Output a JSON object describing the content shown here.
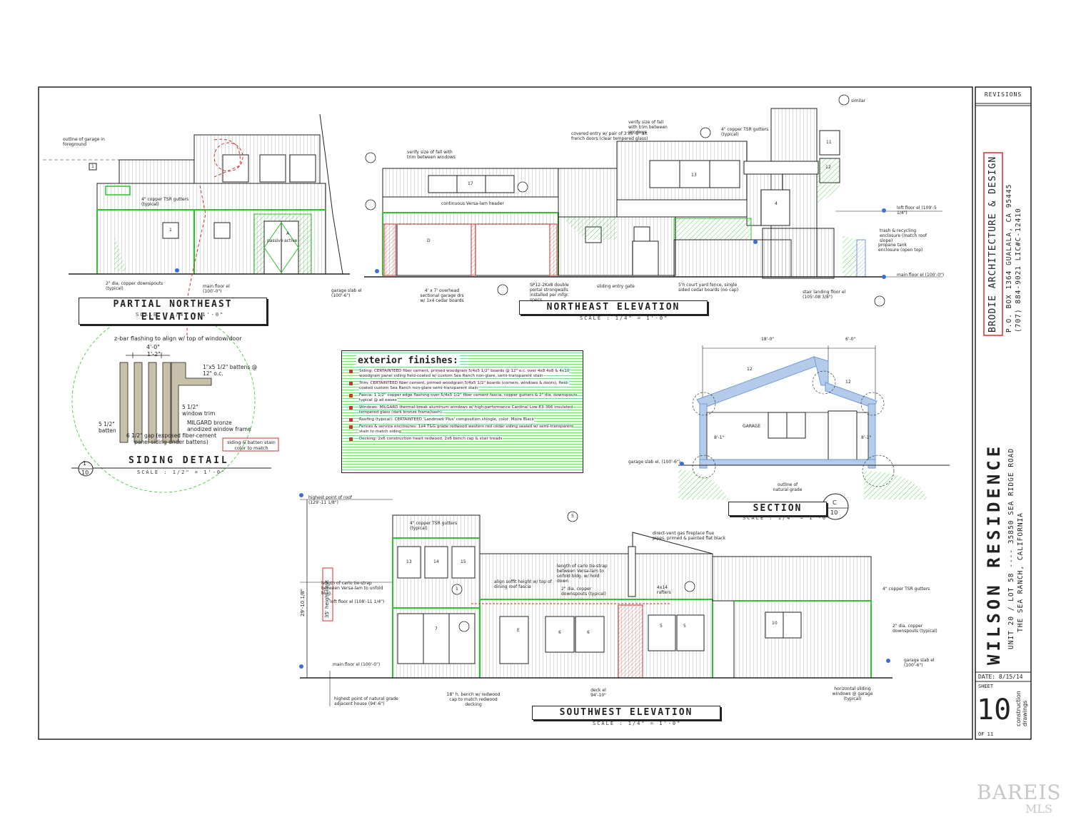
{
  "sheet": {
    "revisions_label": "REVISIONS",
    "firm_name": "BRODIE ARCHITECTURE & DESIGN",
    "firm_address_line1": "P.O. BOX 1364  GUALALA, CA 95445",
    "firm_address_line2": "(707) 884-9021  LIC#C-12410",
    "project_title": "WILSON RESIDENCE",
    "project_address_line1": "UNIT 20 / LOT 58 ---- 35850 SEA RIDGE ROAD",
    "project_address_line2": "THE SEA RANCH, CALIFORNIA",
    "date": "DATE: 8/15/14",
    "sheet_label": "SHEET",
    "sheet_number": "10",
    "sheet_of": "OF 11",
    "sheet_desc": "construction drawings"
  },
  "watermark": {
    "line1": "BAREIS",
    "line2": "MLS"
  },
  "views": {
    "partial_ne": {
      "title": "PARTIAL NORTHEAST ELEVATION",
      "scale": "SCALE : 1/4\" = 1'-0\""
    },
    "northeast": {
      "title": "NORTHEAST ELEVATION",
      "scale": "SCALE : 1/4\" = 1'-0\""
    },
    "siding": {
      "title": "SIDING DETAIL",
      "scale": "SCALE : 1/2\" = 1'-0\"",
      "ref_num": "1",
      "ref_sheet": "10"
    },
    "section": {
      "title": "SECTION",
      "scale": "SCALE : 1/4\" = 1'-0\"",
      "ref_num": "C",
      "ref_sheet": "10"
    },
    "southwest": {
      "title": "SOUTHWEST ELEVATION",
      "scale": "SCALE : 1/4\" = 1'-0\""
    }
  },
  "legend": {
    "title": "exterior finishes:",
    "items": [
      "Siding: CERTAINTEED fiber cement, primed woodgrain 5/4x5 1/2\" boards @ 12\" o.c. over 4x8 4x8 & 4x10 woodgrain panel siding field-coated w/ custom Sea Ranch non-glare, semi-transparent stain",
      "Trim: CERTAINTEED fiber cement, primed woodgrain 5/4x5 1/2\" boards (corners, windows & doors), field-coated custom Sea Ranch non-glare semi-transparent stain",
      "Fascia: 1 1/2\" copper edge flashing over 5/4x5 1/2\" fiber cement fascia, copper gutters & 2\" dia. downspouts typical @ all eaves",
      "Windows: MILGARD thermal-break aluminum windows w/ high-performance Cardinal Low-E3-366 insulated tempered glass (dark bronze frame/sash)",
      "Roofing (typical): CERTAINTEED 'Landmark Plus' composition shingle, color: Moire Black",
      "Fences & service enclosures: 1x4 T&G grade redwood western red cedar siding sealed w/ semi-transparent stain to match siding",
      "Decking: 2x6 construction heart redwood, 2x6 bench cap & stair treads"
    ]
  },
  "notes": {
    "pne_outline": "outline of garage in foreground",
    "pne_gutters": "4\" copper TSR gutters (typical)",
    "pne_downspouts": "2\" dia. copper downspouts (typical)",
    "pne_mainfloor": "main floor el (100'-0\")",
    "pne_passive": "passive",
    "pne_active": "active",
    "pne_win": "1",
    "pne_door": "A",
    "pne_tag": "1",
    "ne_verify1": "verify size of fall with trim between windows",
    "ne_header": "continuous Versa-lam header",
    "ne_garage_door": "4' x 7' overhead sectional garage drs w/ 1x4 cedar boards",
    "ne_strongwalls": "SP12-2Kx8 double portal strongwalls installed per mfgr. specs.",
    "ne_gate": "sliding entry gate",
    "ne_fence": "5'h court yard fence, single sided cedar boards (no cap)",
    "ne_entry": "covered entry w/ pair of 3'x6'-8\" alt french doors (clear tempered glass)",
    "ne_verify2": "verify size of fall with trim between windows",
    "ne_gutters": "4\" copper TSR gutters (typical)",
    "ne_similar": "similar",
    "ne_loft": "loft floor el (109'-5 1/4\")",
    "ne_trash": "trash & recycling enclosure (match roof slope)",
    "ne_propane": "propane tank enclosure (open top)",
    "ne_main": "main floor el (100'-0\")",
    "ne_stair": "stair landing floor el (105'-08 3/8\")",
    "ne_garage_slab": "garage slab el (100'-6\")",
    "ne_win11": "11",
    "ne_win12": "12",
    "ne_win13": "13",
    "ne_win17": "17",
    "ne_winD": "D",
    "ne_win4": "4",
    "sd_zbar": "z-bar flashing to align w/ top of window/door",
    "sd_width": "4'-0\"",
    "sd_oc": "1'-2\"",
    "sd_battens": "1\"x5 1/2\" battens @ 12\" o.c.",
    "sd_trim": "5 1/2\" window trim",
    "sd_frame": "MILGARD bronze anodized window frame",
    "sd_batten": "5 1/2\" batten",
    "sd_gap": "6 1/2\" gap (exposed fiber-cement panel siding under battens)",
    "sd_stain": "siding & batten stain color to match",
    "sec_dim1": "18'-0\"",
    "sec_dim2": "6'-0\"",
    "sec_pitch1": "12",
    "sec_pitch2": "12",
    "sec_garage": "GARAGE",
    "sec_slab": "garage slab el. (100'-6\")",
    "sec_grade": "outline of natural grade",
    "sec_h1": "8'-1\"",
    "sec_h2": "8'-1\"",
    "sw_highroof": "highest point of roof (129'-11 1/8\")",
    "sw_gutters": "4\" copper TSR gutters (typical)",
    "sw_tie": "length of carlo tie-strap between Versa-lam to unfold bldg.",
    "sw_loft": "loft floor el (108'-11 1/4\")",
    "sw_soffit": "align soffit height w/ top of dining roof fascia",
    "sw_tie2": "length of carlo tie-strap between Versa-lam to unfold bldg. w/ hold down",
    "sw_down": "2\" dia. copper downspouts (typical)",
    "sw_flue": "direct-vent gas fireplace flue pipes, primed & painted flat black",
    "sw_rafters": "4x14 rafters",
    "sw_gutters2": "4\" copper TSR gutters",
    "sw_down2": "2\" dia. copper downspouts (typical)",
    "sw_main": "main floor el (100'-0\")",
    "sw_grade": "highest point of natural grade adjacent house (94'-6\")",
    "sw_bench": "18\" h. bench w/ redwood cap to match redwood decking",
    "sw_deck": "deck el 94'-10\"",
    "sw_garage_slab": "garage slab el (100'-6\")",
    "sw_sliding": "horizontal sliding windows @ garage (typical)",
    "sw_height": "29'-10 1/8\"",
    "sw_limit": "35' height limit",
    "sw_win13": "13",
    "sw_win14": "14",
    "sw_win15": "15",
    "sw_win7": "7",
    "sw_winE": "E",
    "sw_win6a": "6",
    "sw_win6b": "6",
    "sw_win5a": "5",
    "sw_win5b": "5",
    "sw_win10": "10",
    "sw_tag": "1",
    "sw_tag2": "5"
  },
  "colors": {
    "line": "#222222",
    "green": "#2fc42f",
    "red": "#d23030",
    "hatch": "#9bd69b",
    "blue": "#8fb3e0"
  }
}
